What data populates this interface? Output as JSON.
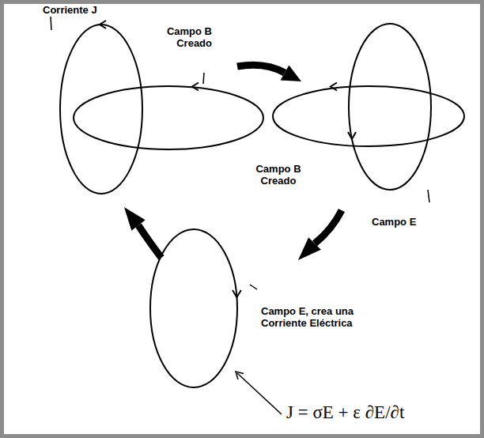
{
  "diagram": {
    "labels": [
      "Corriente J",
      "Campo B Creado",
      "Campo B Creado",
      "Campo E",
      "Campo E, crea una Corriente Eléctrica",
      "J = σE + ε ∂E/∂t"
    ]
  }
}
